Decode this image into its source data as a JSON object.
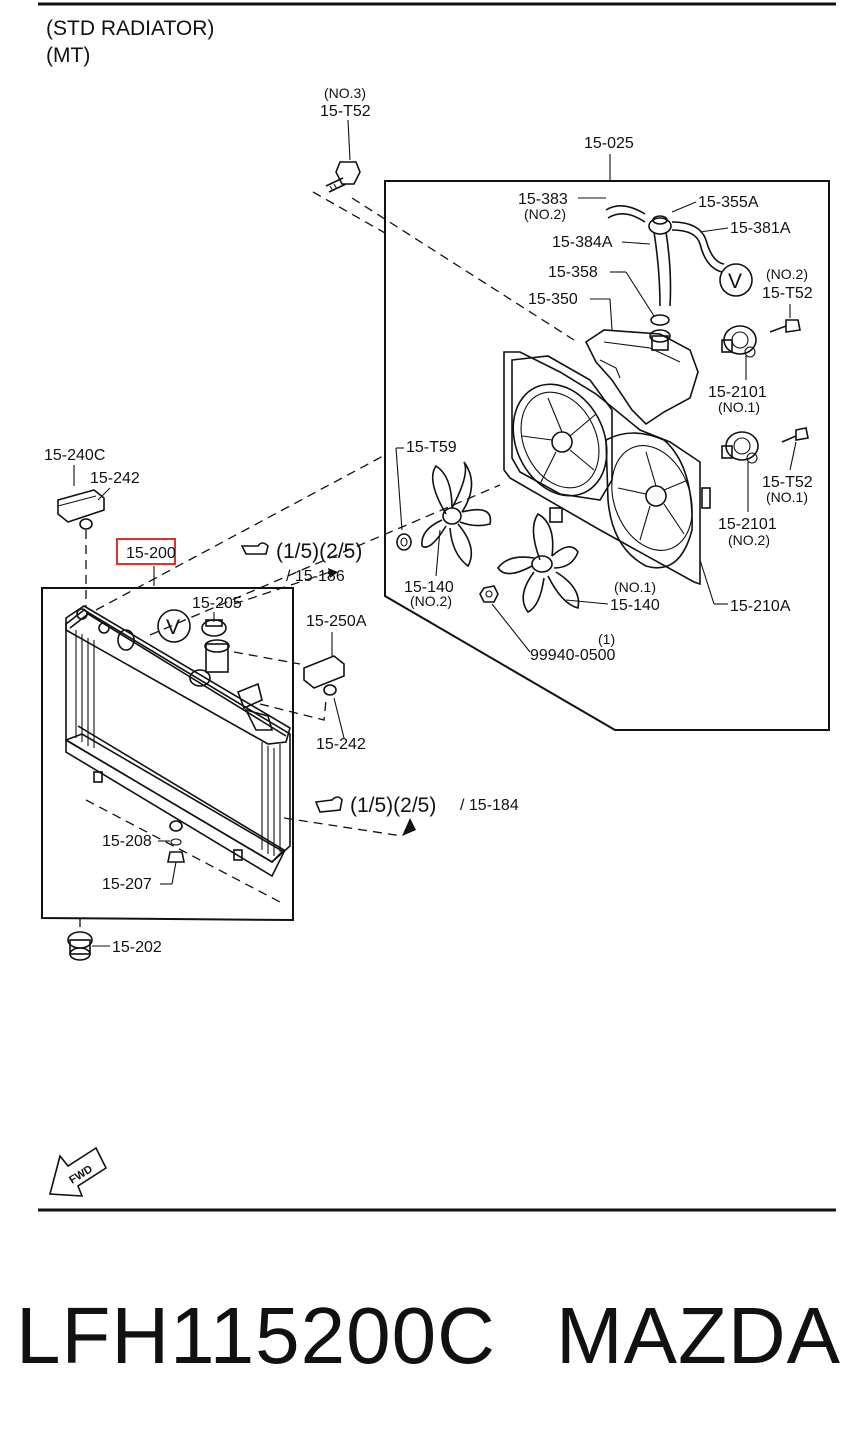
{
  "header": {
    "line1": "(STD RADIATOR)",
    "line2": "(MT)"
  },
  "callouts": {
    "no3": "(NO.3)",
    "t52_top": "15-T52",
    "c025": "15-025",
    "c383": "15-383",
    "c383_no": "(NO.2)",
    "c355a": "15-355A",
    "c381a": "15-381A",
    "c384a": "15-384A",
    "c358": "15-358",
    "c350": "15-350",
    "no2_t52": "(NO.2)",
    "t52_right": "15-T52",
    "c2101_a": "15-2101",
    "c2101_a_no": "(NO.1)",
    "t59": "15-T59",
    "t52_lower": "15-T52",
    "t52_lower_no": "(NO.1)",
    "c2101_b": "15-2101",
    "c2101_b_no": "(NO.2)",
    "c140_a": "15-140",
    "c140_a_no": "(NO.2)",
    "c140_b_no": "(NO.1)",
    "c140_b": "15-140",
    "c210a": "15-210A",
    "nut_qty": "(1)",
    "nut": "99940-0500",
    "c240c": "15-240C",
    "c242_a": "15-242",
    "c200": "15-200",
    "ref1_pages": "(1/5)(2/5)",
    "ref1_part": "/ 15-186",
    "c205": "15-205",
    "c250a": "15-250A",
    "c242_b": "15-242",
    "ref2_pages": "(1/5)(2/5)",
    "ref2_part": "/ 15-184",
    "c208": "15-208",
    "c207": "15-207",
    "c202": "15-202",
    "v_mark": "V",
    "fwd": "FWD"
  },
  "highlight_color": "#e03030",
  "footer": {
    "part_number": "LFH115200C",
    "brand": "MAZDA"
  }
}
